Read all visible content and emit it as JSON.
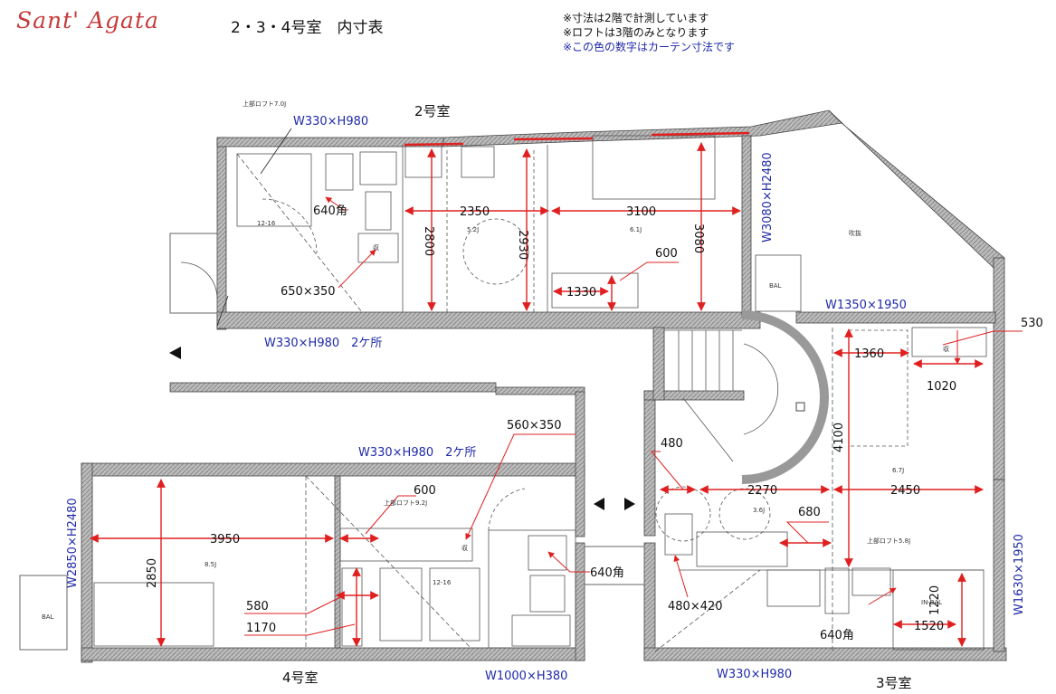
{
  "header": {
    "brand": "Sant' Agata",
    "title": "2・3・4号室　内寸表",
    "notes": [
      "※寸法は2階で計測しています",
      "※ロフトは3階のみとなります",
      "※この色の数字はカーテン寸法です"
    ]
  },
  "rooms": {
    "r2": "2号室",
    "r3": "3号室",
    "r4": "4号室"
  },
  "room2": {
    "win_top": "W330×H980",
    "win_bottom": "W330×H980　2ケ所",
    "win_right": "W3080×H2480",
    "win_bal": "W1350×1950",
    "d2350": "2350",
    "d3100": "3100",
    "d2800": "2800",
    "d2930": "2930",
    "d3080": "3080",
    "d600": "600",
    "d1330": "1330",
    "d640": "640角",
    "d650": "650×350",
    "loft": "上部ロフト7.0J",
    "j1": "12-16",
    "j2": "5.2J",
    "j3": "6.1J",
    "bal": "BAL",
    "fukinuke": "吹抜",
    "shu": "収"
  },
  "room3": {
    "d530": "530",
    "d1360": "1360",
    "d1020": "1020",
    "d4100": "4100",
    "d480": "480",
    "d2270": "2270",
    "d2450": "2450",
    "d680": "680",
    "d480x420": "480×420",
    "d640": "640角",
    "d1520": "1520",
    "d1220": "1220",
    "win_bottom": "W330×H980",
    "win_right": "W1630×1950",
    "loft": "上部ロフト5.8J",
    "j1": "3.6J",
    "j2": "6.7J",
    "inbal": "IN-BAL",
    "shu": "収"
  },
  "room4": {
    "win_top": "W330×H980　2ケ所",
    "d560": "560×350",
    "d600": "600",
    "d3950": "3950",
    "d2850": "2850",
    "d580": "580",
    "d1170": "1170",
    "d640": "640角",
    "win_left": "W2850×H2480",
    "win_bottom": "W1000×H380",
    "loft": "上部ロフト9.2J",
    "j1": "8.5J",
    "j2": "12-16",
    "bal": "BAL",
    "shu": "収"
  }
}
